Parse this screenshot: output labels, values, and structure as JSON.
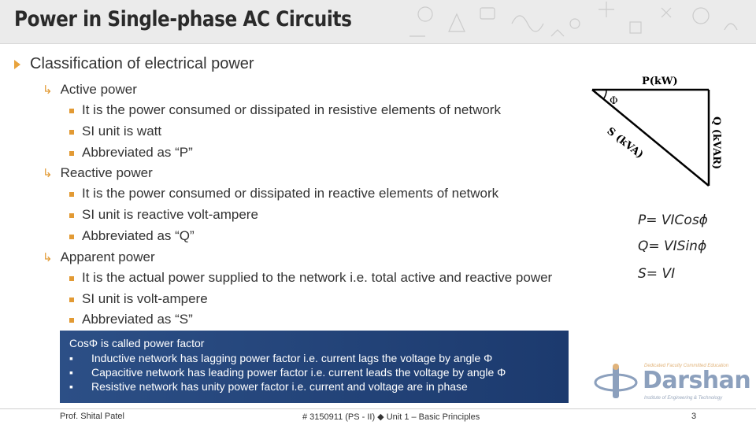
{
  "slide": {
    "title": "Power in Single-phase AC Circuits"
  },
  "content": {
    "heading": "Classification of electrical power",
    "groups": [
      {
        "label": "Active power",
        "points": [
          "It is the power consumed or dissipated in resistive elements of network",
          "SI unit is watt",
          "Abbreviated as “P”"
        ]
      },
      {
        "label": "Reactive power",
        "points": [
          "It is the power consumed or dissipated in reactive elements of network",
          "SI unit is reactive volt-ampere",
          "Abbreviated as “Q”"
        ]
      },
      {
        "label": "Apparent power",
        "points": [
          "It is the actual power supplied to the network i.e. total active and reactive power",
          "SI unit is volt-ampere",
          "Abbreviated as “S”"
        ]
      }
    ]
  },
  "factor_box": {
    "heading": "CosΦ is called power factor",
    "points": [
      "Inductive network has lagging power factor i.e. current lags the voltage by angle Φ",
      "Capacitive network has leading power factor i.e. current leads the voltage by angle Φ",
      "Resistive network has unity power factor i.e. current and voltage are in phase"
    ]
  },
  "diagram": {
    "p_label": "P(kW)",
    "q_label": "Q (kVAR)",
    "s_label": "S (kVA)",
    "angle_label": "Φ",
    "line_color": "#000000"
  },
  "formulas": {
    "p": "P= VICosϕ",
    "q": "Q= VISinϕ",
    "s": "S= VI"
  },
  "footer": {
    "author": "Prof. Shital Patel",
    "course": "# 3150911 (PS - II)  ◆  Unit 1 – Basic Principles",
    "page": "3"
  },
  "logo": {
    "name": "Darshan",
    "tagline_top": "Dedicated Faculty Committed Education",
    "tagline_bottom": "Institute of Engineering & Technology",
    "brand_color": "#8ca0bd"
  },
  "colors": {
    "accent": "#e29a34",
    "box_bg": "#1f3d72"
  }
}
